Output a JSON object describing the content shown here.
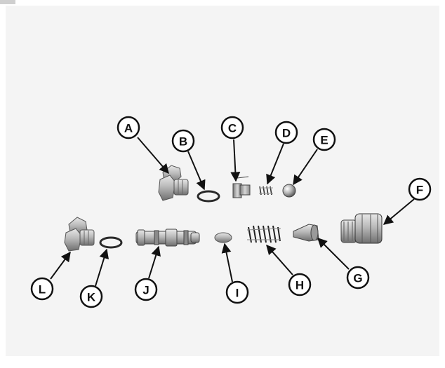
{
  "diagram": {
    "background_color": "#f4f4f4",
    "callout_labels": {
      "A": "A",
      "B": "B",
      "C": "C",
      "D": "D",
      "E": "E",
      "F": "F",
      "G": "G",
      "H": "H",
      "I": "I",
      "J": "J",
      "K": "K",
      "L": "L"
    }
  }
}
